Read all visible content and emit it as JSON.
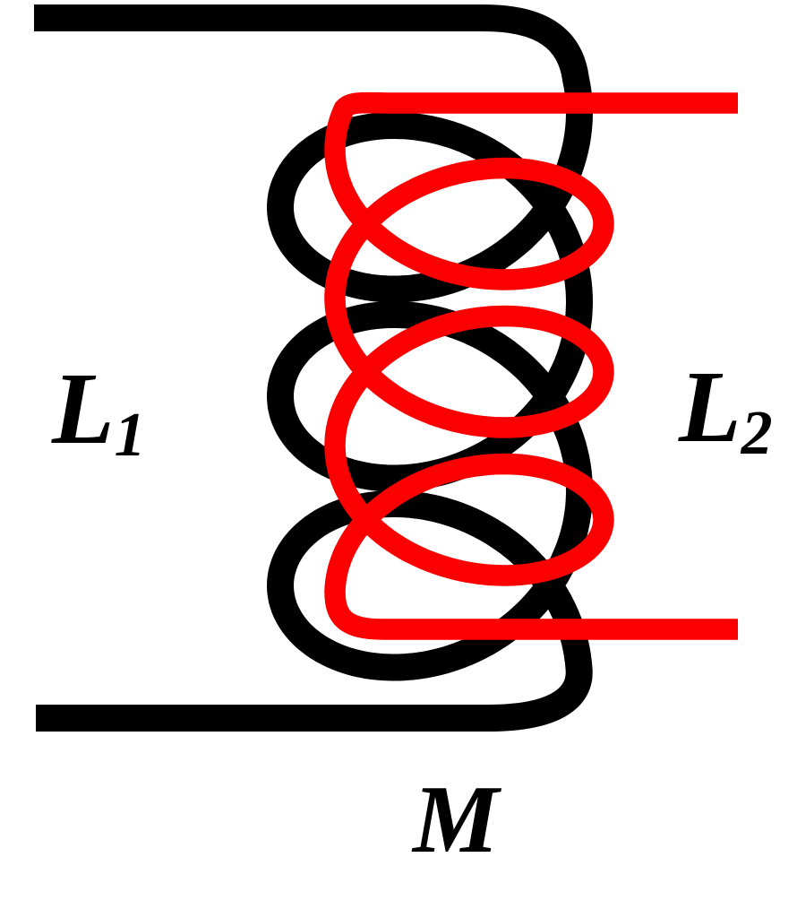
{
  "diagram": {
    "background_color": "#ffffff",
    "coils": {
      "primary": {
        "label_base": "L",
        "label_sub": "1",
        "wire_color": "#000000"
      },
      "secondary": {
        "label_base": "L",
        "label_sub": "2",
        "wire_color": "#fa0000"
      }
    },
    "mutual_inductance": {
      "label": "M",
      "color": "#000000"
    }
  }
}
